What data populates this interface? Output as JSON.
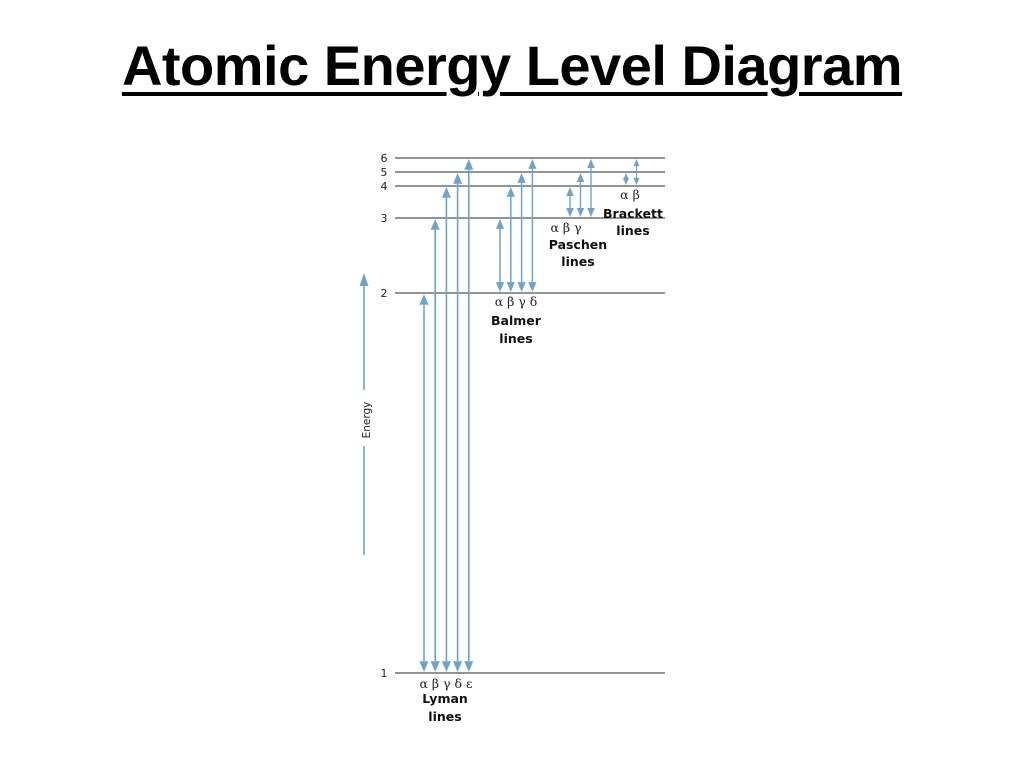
{
  "title": "Atomic Energy Level Diagram",
  "colors": {
    "arrow": "#6fa3c8",
    "level_line": "#555555",
    "text": "#222222"
  },
  "axis": {
    "label": "Energy"
  },
  "levels": [
    {
      "n": 1,
      "label": "1"
    },
    {
      "n": 2,
      "label": "2"
    },
    {
      "n": 3,
      "label": "3"
    },
    {
      "n": 4,
      "label": "4"
    },
    {
      "n": 5,
      "label": "5"
    },
    {
      "n": 6,
      "label": "6"
    }
  ],
  "series": [
    {
      "id": "lyman",
      "lower": 1,
      "uppers": [
        2,
        3,
        4,
        5,
        6
      ],
      "greek": "α β γ δ ε",
      "name_lines": [
        "Lyman",
        "lines"
      ]
    },
    {
      "id": "balmer",
      "lower": 2,
      "uppers": [
        3,
        4,
        5,
        6
      ],
      "greek": "α β γ δ",
      "name_lines": [
        "Balmer",
        "lines"
      ]
    },
    {
      "id": "paschen",
      "lower": 3,
      "uppers": [
        4,
        5,
        6
      ],
      "greek": "α β γ",
      "name_lines": [
        "Paschen",
        "lines"
      ]
    },
    {
      "id": "brackett",
      "lower": 4,
      "uppers": [
        5,
        6
      ],
      "greek": "α β",
      "name_lines": [
        "Brackett",
        "lines"
      ]
    }
  ]
}
